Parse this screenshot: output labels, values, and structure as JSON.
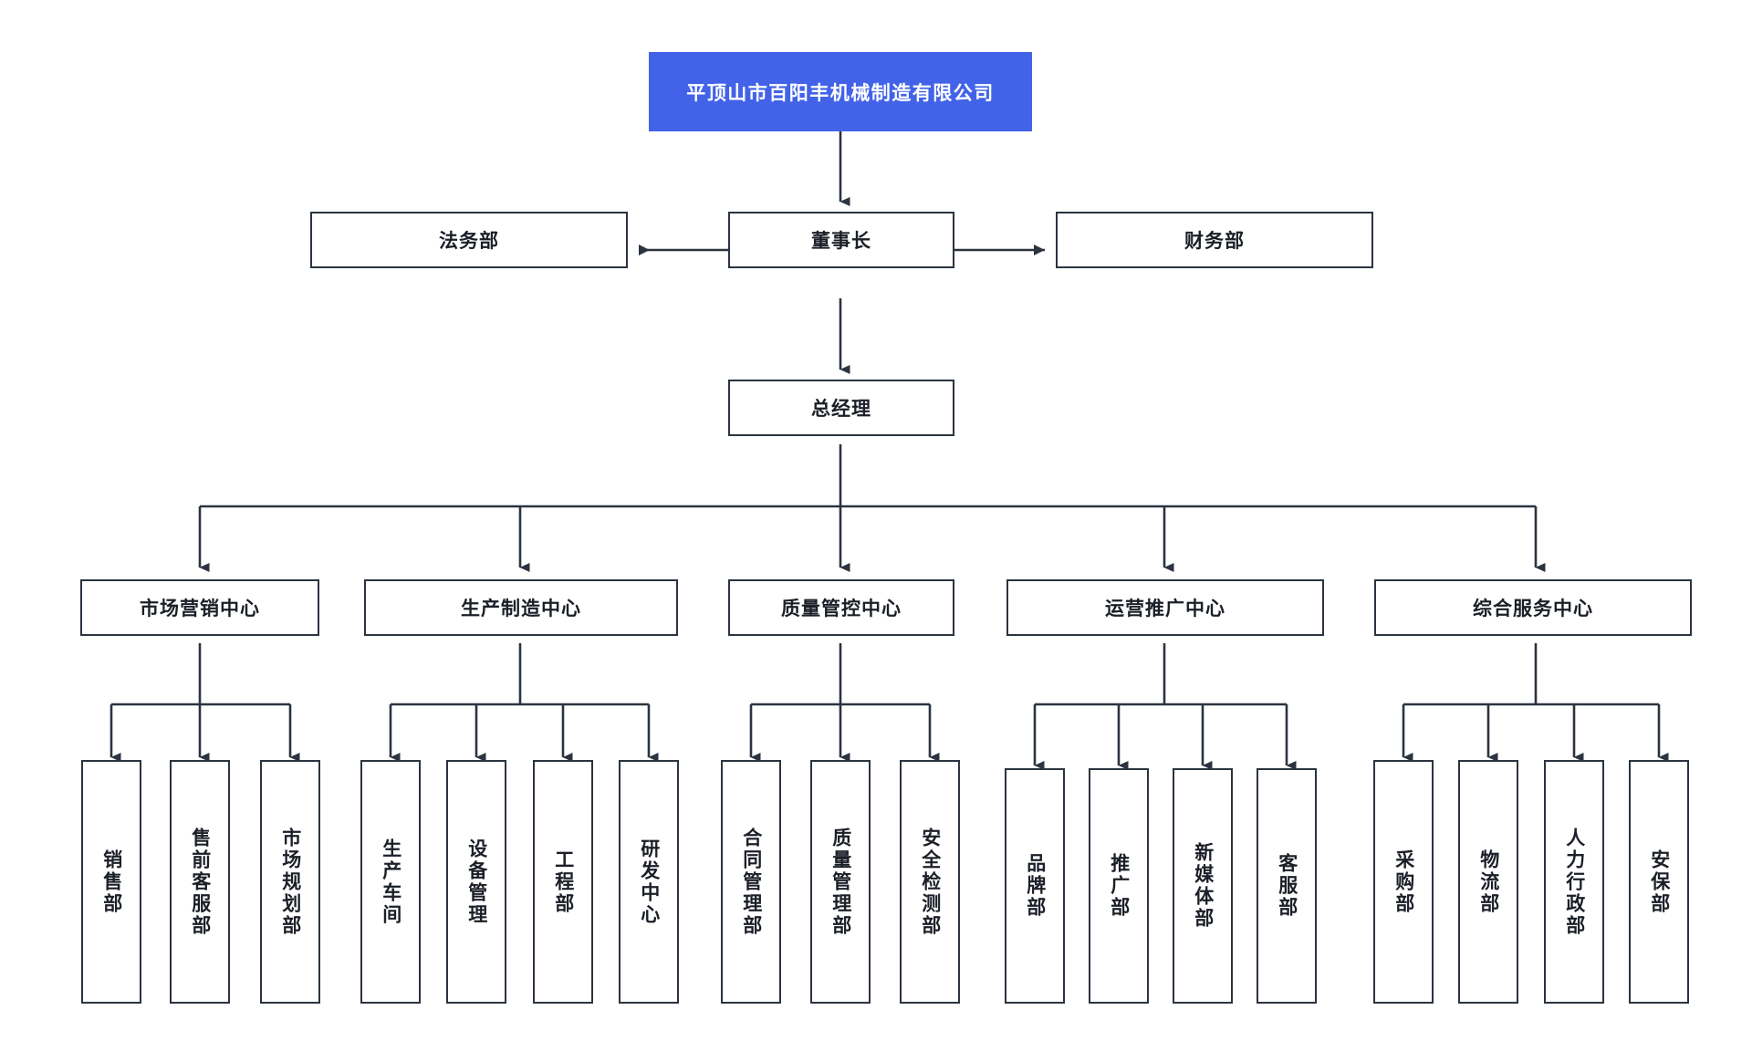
{
  "theme": {
    "root_fill": "#4263e8",
    "root_text": "#ffffff",
    "box_border": "#2b3440",
    "box_fill": "#ffffff",
    "text": "#1b1f27",
    "connector": "#2b3440",
    "background": "#ffffff"
  },
  "chart_data": {
    "type": "diagram",
    "diagram_kind": "organization-chart",
    "orientation": "top-down",
    "title": "平顶山市百阳丰机械制造有限公司",
    "levels": 5,
    "node_count": 26
  },
  "org": {
    "root": {
      "label": "平顶山市百阳丰机械制造有限公司"
    },
    "chairman": {
      "label": "董事长"
    },
    "legal": {
      "label": "法务部"
    },
    "finance": {
      "label": "财务部"
    },
    "general_manager": {
      "label": "总经理"
    },
    "centers": [
      {
        "label": "市场营销中心",
        "children": [
          {
            "label": "销售部"
          },
          {
            "label": "售前客服部"
          },
          {
            "label": "市场规划部"
          }
        ]
      },
      {
        "label": "生产制造中心",
        "children": [
          {
            "label": "生产车间"
          },
          {
            "label": "设备管理"
          },
          {
            "label": "工程部"
          },
          {
            "label": "研发中心"
          }
        ]
      },
      {
        "label": "质量管控中心",
        "children": [
          {
            "label": "合同管理部"
          },
          {
            "label": "质量管理部"
          },
          {
            "label": "安全检测部"
          }
        ]
      },
      {
        "label": "运营推广中心",
        "children": [
          {
            "label": "品牌部"
          },
          {
            "label": "推广部"
          },
          {
            "label": "新媒体部"
          },
          {
            "label": "客服部"
          }
        ]
      },
      {
        "label": "综合服务中心",
        "children": [
          {
            "label": "采购部"
          },
          {
            "label": "物流部"
          },
          {
            "label": "人力行政部"
          },
          {
            "label": "安保部"
          }
        ]
      }
    ]
  }
}
